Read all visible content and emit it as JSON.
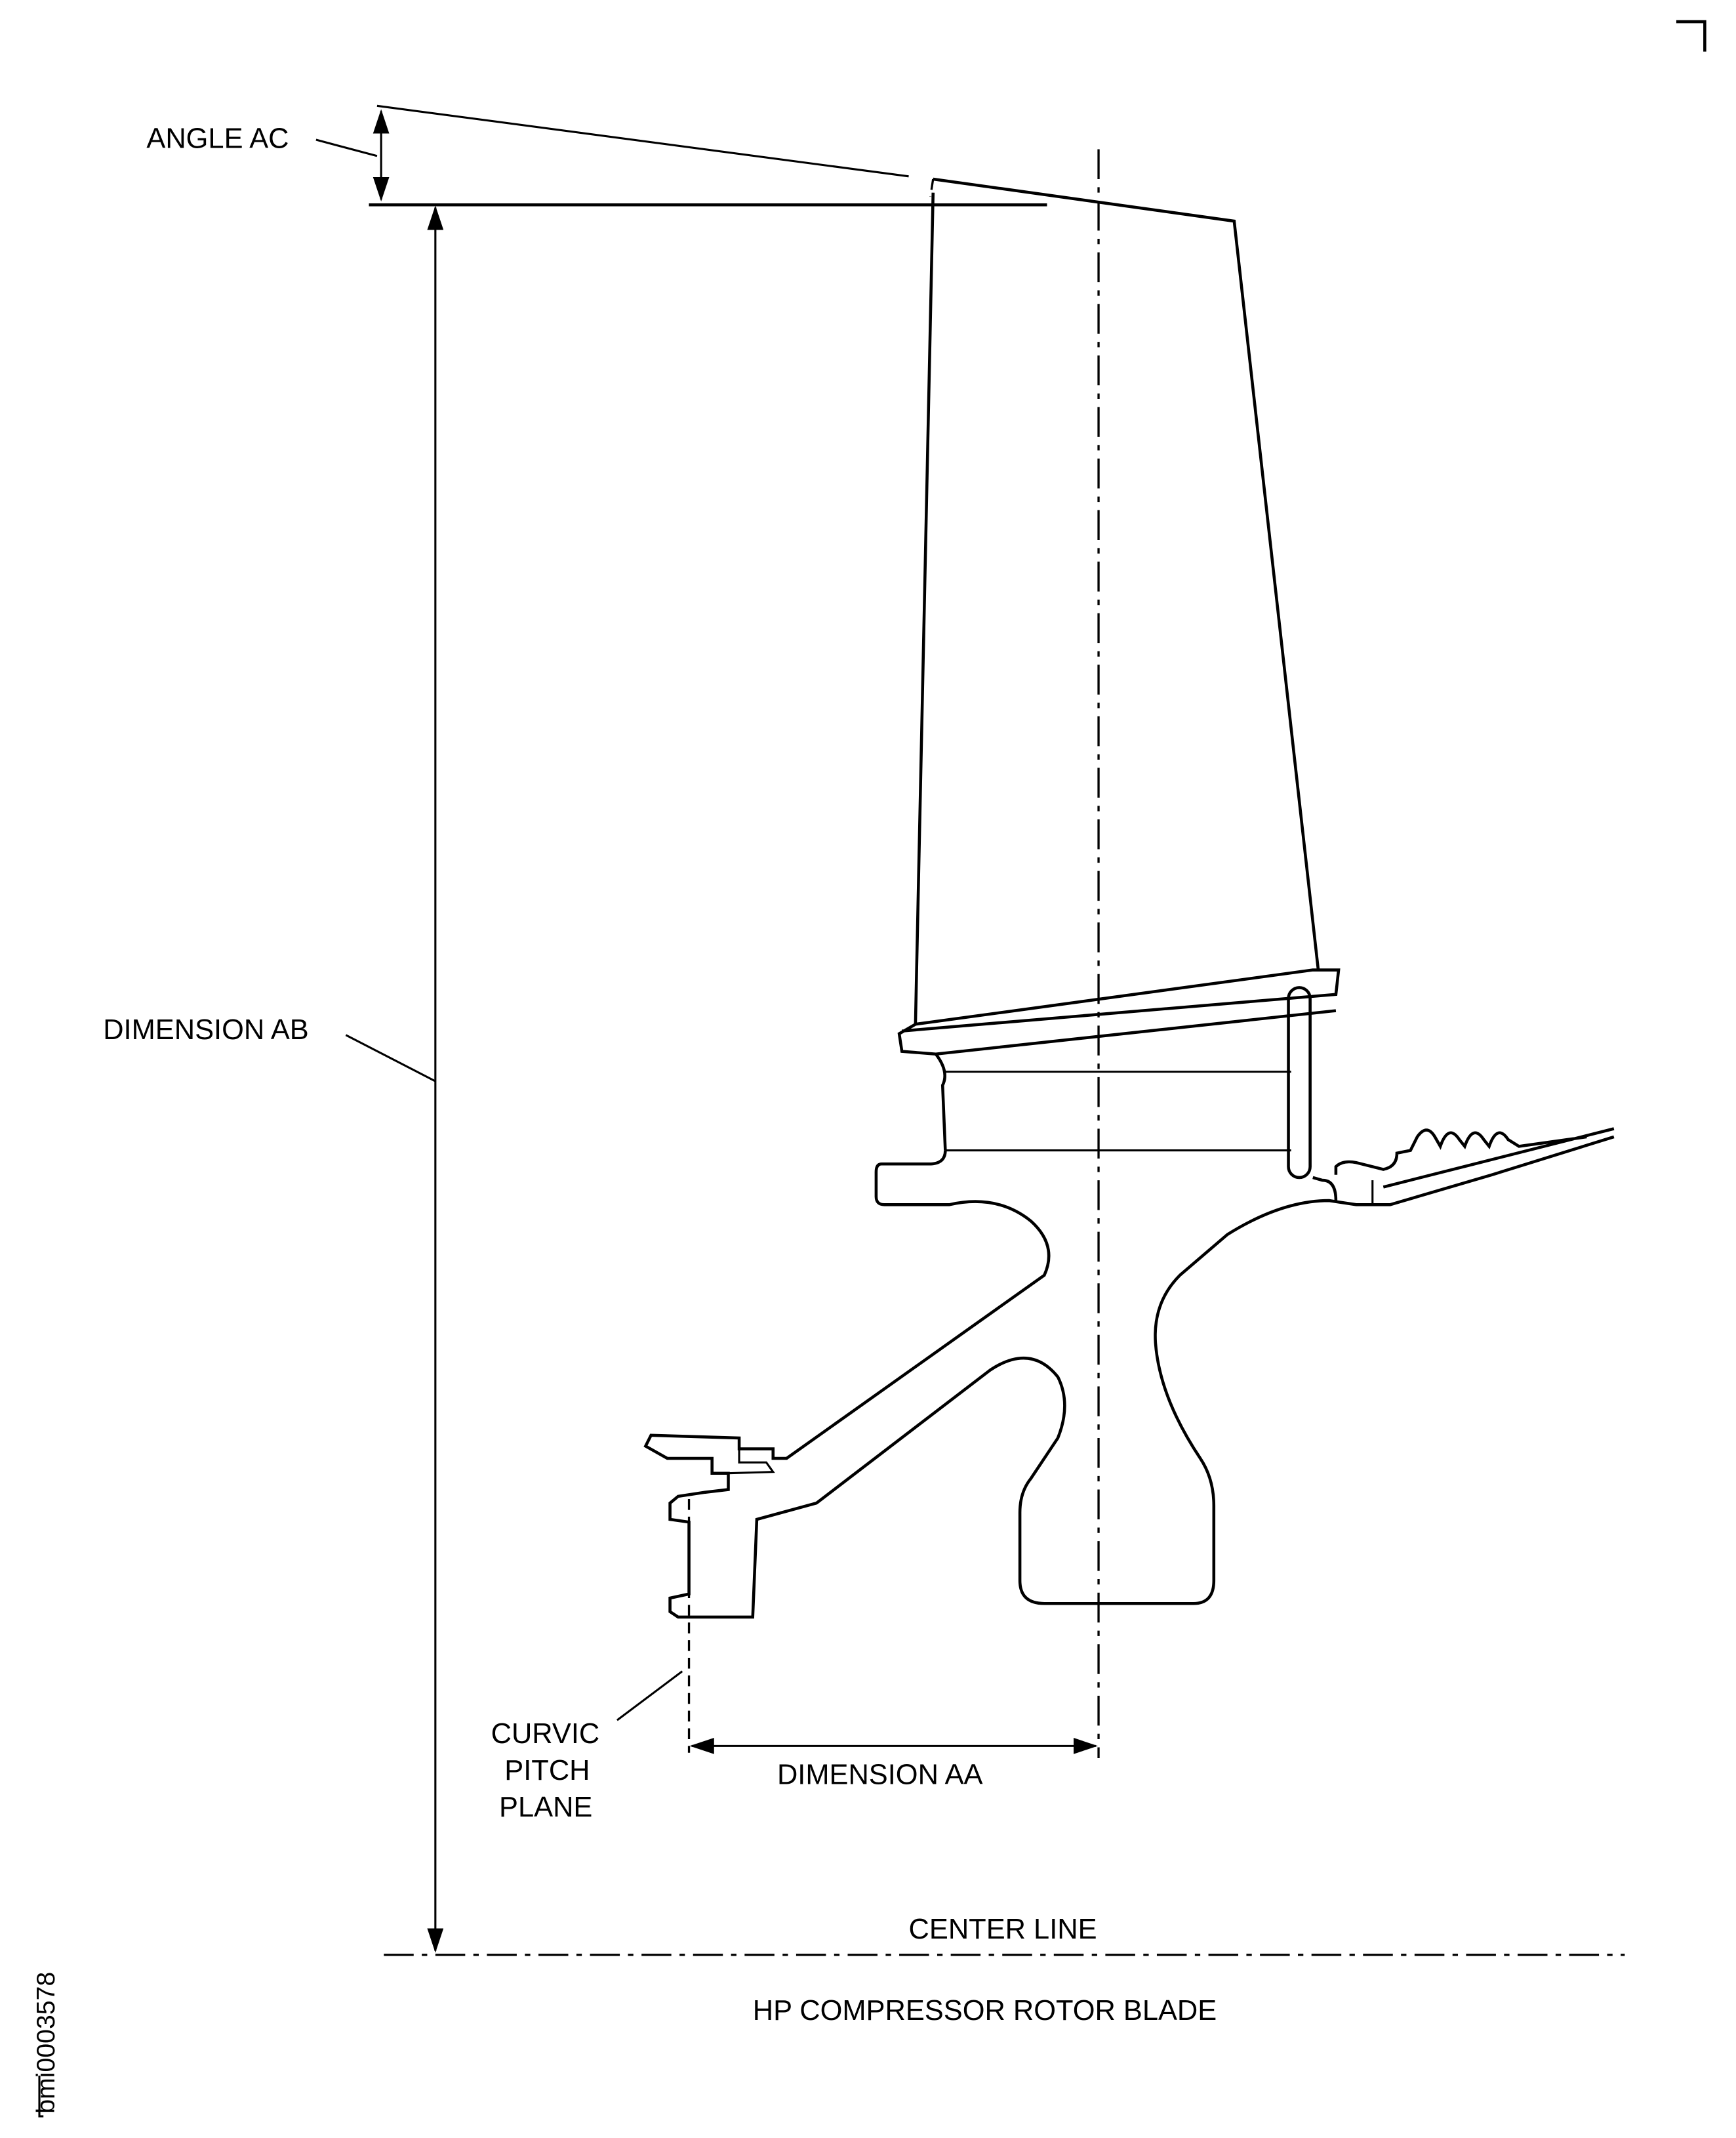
{
  "labels": {
    "angle_ac": "ANGLE AC",
    "dimension_ab": "DIMENSION AB",
    "dimension_aa": "DIMENSION AA",
    "curvic_line1": "CURVIC",
    "curvic_line2": "PITCH",
    "curvic_line3": "PLANE",
    "center_line": "CENTER LINE",
    "title": "HP COMPRESSOR ROTOR BLADE",
    "figure_id": "bmi0003578"
  }
}
